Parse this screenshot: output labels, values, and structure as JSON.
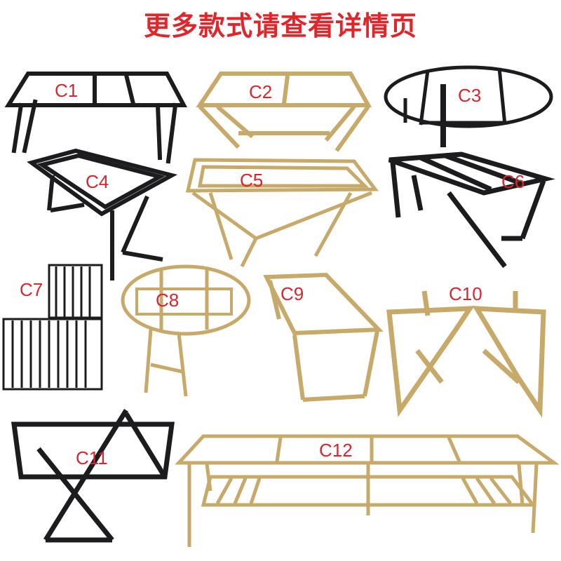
{
  "title": "更多款式请查看详情页",
  "colors": {
    "title": "#e0262a",
    "label": "#d8262e",
    "black": "#1c1c1e",
    "gold": "#c7a96a"
  },
  "items": [
    {
      "code": "C1",
      "finish": "black"
    },
    {
      "code": "C2",
      "finish": "gold"
    },
    {
      "code": "C3",
      "finish": "black"
    },
    {
      "code": "C4",
      "finish": "black"
    },
    {
      "code": "C5",
      "finish": "gold"
    },
    {
      "code": "C6",
      "finish": "black"
    },
    {
      "code": "C7",
      "finish": "black"
    },
    {
      "code": "C8",
      "finish": "gold"
    },
    {
      "code": "C9",
      "finish": "gold"
    },
    {
      "code": "C10",
      "finish": "gold"
    },
    {
      "code": "C11",
      "finish": "black"
    },
    {
      "code": "C12",
      "finish": "gold"
    }
  ]
}
